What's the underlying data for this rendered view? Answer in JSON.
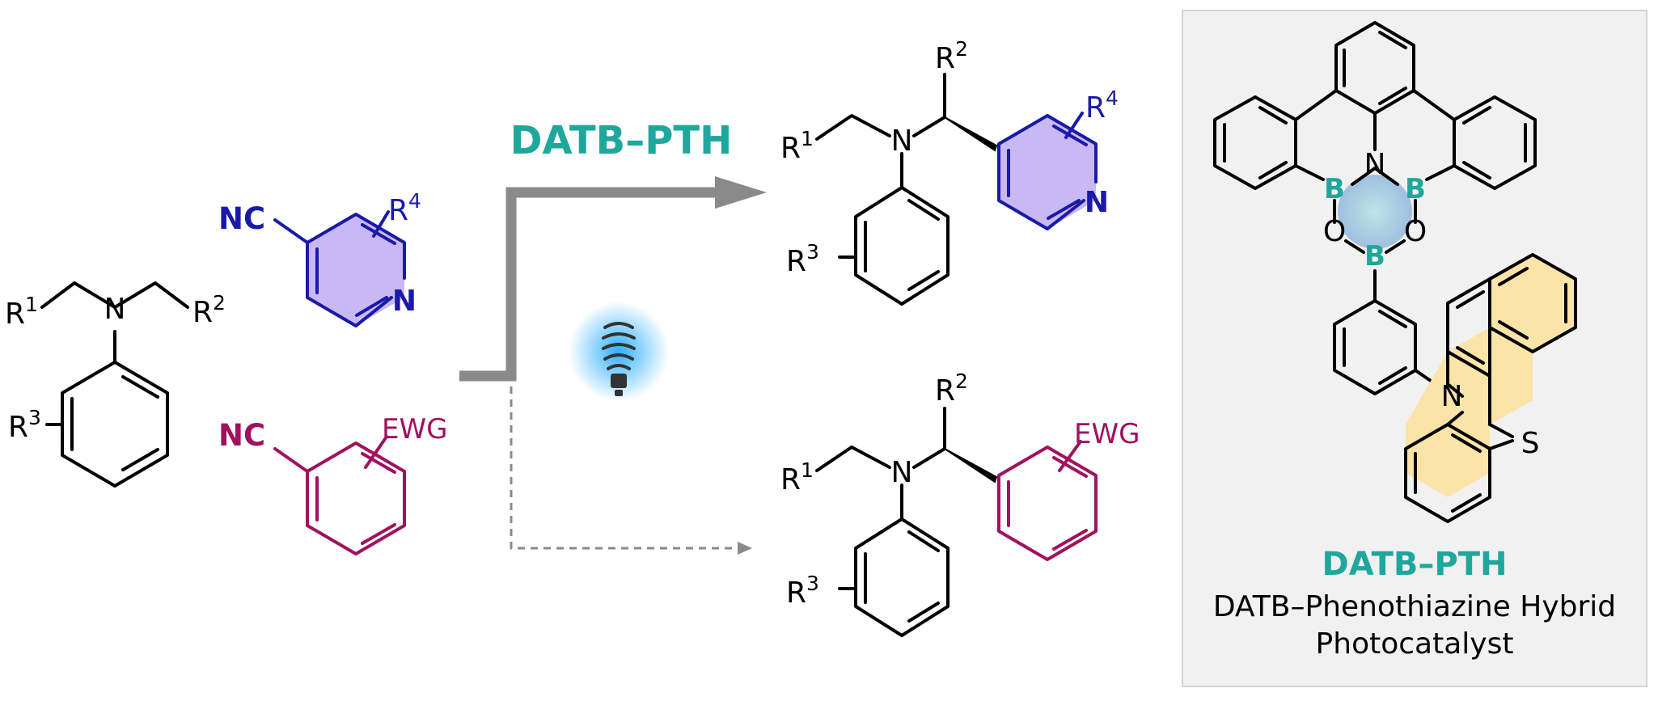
{
  "colors": {
    "teal": "#1fa79c",
    "pyridine_blue": "#1a1aa8",
    "pyridine_fill": "#c9b8f3",
    "ewg_magenta": "#a0125e",
    "arrow_gray": "#8a8a8a",
    "phenothiazine_fill": "#fce3a8",
    "panel_bg": "#f1f1f1",
    "bulb_glow": "#2fb0ff"
  },
  "labels": {
    "N": "N",
    "R": "R",
    "one": "1",
    "two": "2",
    "three": "3",
    "four": "4",
    "NC": "NC",
    "EWG": "EWG",
    "B": "B",
    "O": "O",
    "S": "S"
  },
  "reaction": {
    "catalyst_label": "DATB–PTH",
    "light_icon": "light-bulb-icon"
  },
  "panel": {
    "name": "DATB–PTH",
    "line1": "DATB–Phenothiazine Hybrid",
    "line2": "Photocatalyst"
  }
}
